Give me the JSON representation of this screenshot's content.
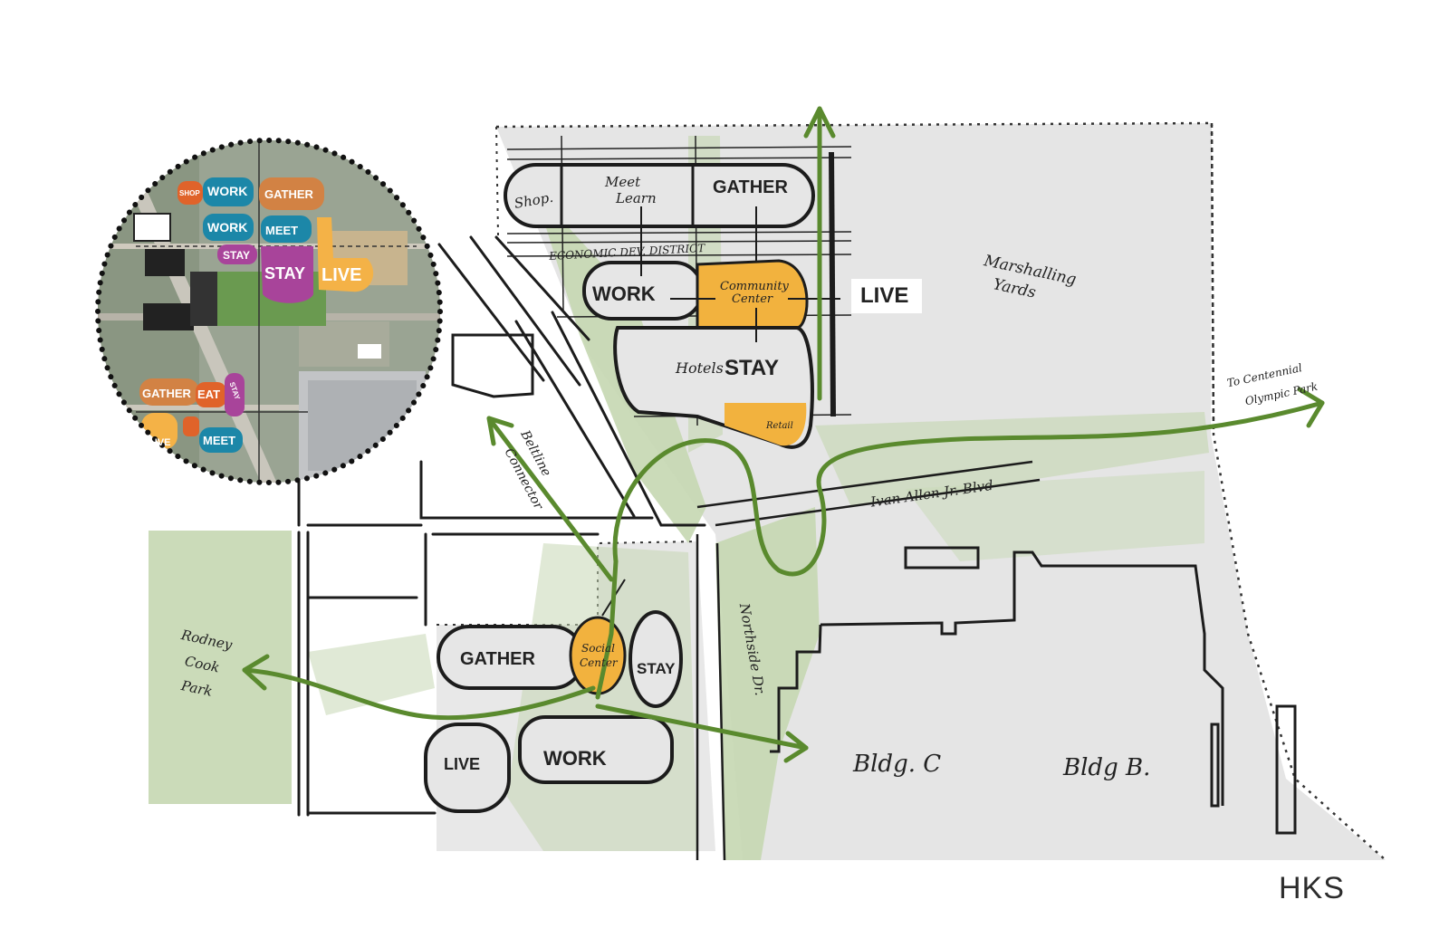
{
  "colors": {
    "ground": "#e4e4e4",
    "green": "#5a8a2e",
    "green_fill": "#c8d8b4",
    "orange": "#f2b23e",
    "ink": "#1c1c1c"
  },
  "brand": "HKS",
  "inset": {
    "labels": {
      "shop": "SHOP",
      "work1": "WORK",
      "gather1": "GATHER",
      "work2": "WORK",
      "meet1": "MEET",
      "stay_small": "STAY",
      "stay_big": "STAY",
      "live": "LIVE",
      "gather2": "GATHER",
      "eat": "EAT",
      "stay2": "STAY",
      "live2": "LIVE",
      "meet2": "MEET"
    }
  },
  "north_block": {
    "shop": "Shop.",
    "meet_learn_1": "Meet",
    "meet_learn_2": "Learn",
    "gather": "GATHER",
    "district": "ECONOMIC DEV. DISTRICT",
    "work": "WORK",
    "community_1": "Community",
    "community_2": "Center",
    "live": "LIVE",
    "hotels": "Hotels",
    "stay": "STAY",
    "retail": "Retail"
  },
  "south_block": {
    "gather": "GATHER",
    "social_1": "Social",
    "social_2": "Center",
    "stay": "STAY",
    "live": "LIVE",
    "work": "WORK"
  },
  "map_labels": {
    "marshalling_1": "Marshalling",
    "marshalling_2": "Yards",
    "centennial_1": "To Centennial",
    "centennial_2": "Olympic Park",
    "boulevard": "Ivan Allen Jr. Blvd",
    "beltline_1": "Beltline",
    "beltline_2": "Connector",
    "northside": "Northside Dr.",
    "rodney_1": "Rodney",
    "rodney_2": "Cook",
    "rodney_3": "Park",
    "bldg_c": "Bldg. C",
    "bldg_b": "Bldg B."
  }
}
